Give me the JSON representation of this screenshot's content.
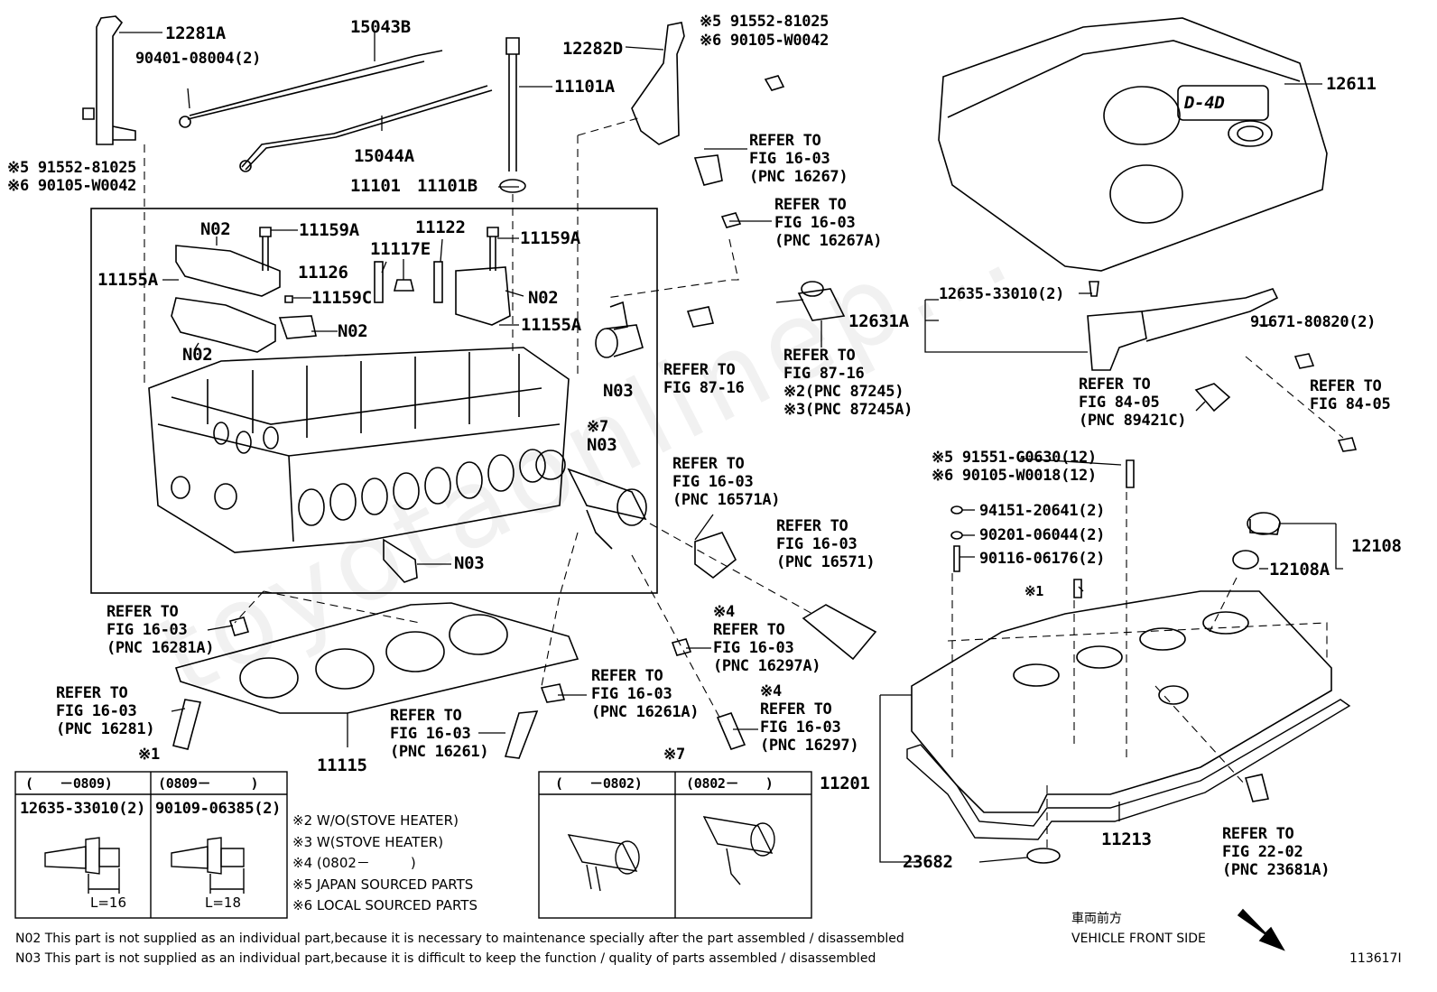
{
  "watermark": "toyotaonlinep...",
  "part_labels": [
    "12281A",
    "90401-08004(2)",
    "15043B",
    "11101A",
    "15044A",
    "11101",
    "11101B",
    "N02",
    "11159A",
    "11122",
    "11159A",
    "11155A",
    "11126",
    "11117E",
    "11159C",
    "N02",
    "N02",
    "N02",
    "11155A",
    "N03",
    "N03",
    "N03",
    "11115",
    "12282D",
    "12611",
    "12631A",
    "12635-33010(2)",
    "91671-80820(2)",
    "12108",
    "12108A",
    "94151-20641(2)",
    "90201-06044(2)",
    "90116-06176(2)",
    "11201",
    "11213",
    "23682"
  ],
  "marked_labels": [
    {
      "mark": "※5",
      "text": "91552-81025"
    },
    {
      "mark": "※6",
      "text": "90105-W0042"
    },
    {
      "mark": "※5",
      "text": "91552-81025"
    },
    {
      "mark": "※6",
      "text": "90105-W0042"
    },
    {
      "mark": "※5",
      "text": "91551-G0630(12)"
    },
    {
      "mark": "※6",
      "text": "90105-W0018(12)"
    }
  ],
  "refer_callouts": [
    {
      "lines": [
        "REFER TO",
        "FIG 16-03",
        "(PNC 16267)"
      ]
    },
    {
      "lines": [
        "REFER TO",
        "FIG 16-03",
        "(PNC 16267A)"
      ]
    },
    {
      "lines": [
        "REFER TO",
        "FIG 87-16"
      ]
    },
    {
      "lines": [
        "REFER TO",
        "FIG 87-16",
        "※2(PNC 87245)",
        "※3(PNC 87245A)"
      ]
    },
    {
      "lines": [
        "REFER TO",
        "FIG 84-05",
        "(PNC 89421C)"
      ]
    },
    {
      "lines": [
        "REFER TO",
        "FIG 84-05"
      ]
    },
    {
      "lines": [
        "REFER TO",
        "FIG 16-03",
        "(PNC 16571A)"
      ]
    },
    {
      "lines": [
        "REFER TO",
        "FIG 16-03",
        "(PNC 16571)"
      ]
    },
    {
      "lines": [
        "※4",
        "REFER TO",
        "FIG 16-03",
        "(PNC 16297A)"
      ]
    },
    {
      "lines": [
        "REFER TO",
        "FIG 16-03",
        "(PNC 16261A)"
      ]
    },
    {
      "lines": [
        "※4",
        "REFER TO",
        "FIG 16-03",
        "(PNC 16297)"
      ]
    },
    {
      "lines": [
        "REFER TO",
        "FIG 16-03",
        "(PNC 16261)"
      ]
    },
    {
      "lines": [
        "REFER TO",
        "FIG 16-03",
        "(PNC 16281A)"
      ]
    },
    {
      "lines": [
        "REFER TO",
        "FIG 16-03",
        "(PNC 16281)"
      ]
    },
    {
      "lines": [
        "REFER TO",
        "FIG 22-02",
        "(PNC 23681A)"
      ]
    }
  ],
  "marks": {
    "n7_mark": "※7",
    "n7_label": "N03",
    "star1": "※1",
    "engine_cover_badge": "D-4D"
  },
  "inset1": {
    "mark": "※1",
    "col1_header": "(　　－0809)",
    "col2_header": "(0809－　　　)",
    "col1_part": "12635-33010(2)",
    "col2_part": "90109-06385(2)",
    "col1_dim": "L=16",
    "col2_dim": "L=18"
  },
  "inset2": {
    "mark": "※7",
    "col1_header": "(　　－0802)",
    "col2_header": "(0802－　　)"
  },
  "legend": [
    "※2 W/O(STOVE HEATER)",
    "※3 W(STOVE HEATER)",
    "※4 (0802－　　　)",
    "※5 JAPAN SOURCED PARTS",
    "※6 LOCAL SOURCED PARTS"
  ],
  "footnotes": [
    "N02 This part is not supplied as an individual part,because it is necessary to maintenance specially after the part assembled / disassembled",
    "N03 This part is not supplied as an individual part,because it is difficult to keep the function / quality of parts assembled / disassembled"
  ],
  "direction": {
    "jp": "車両前方",
    "en": "VEHICLE FRONT SIDE"
  },
  "figure_id": "113617I"
}
